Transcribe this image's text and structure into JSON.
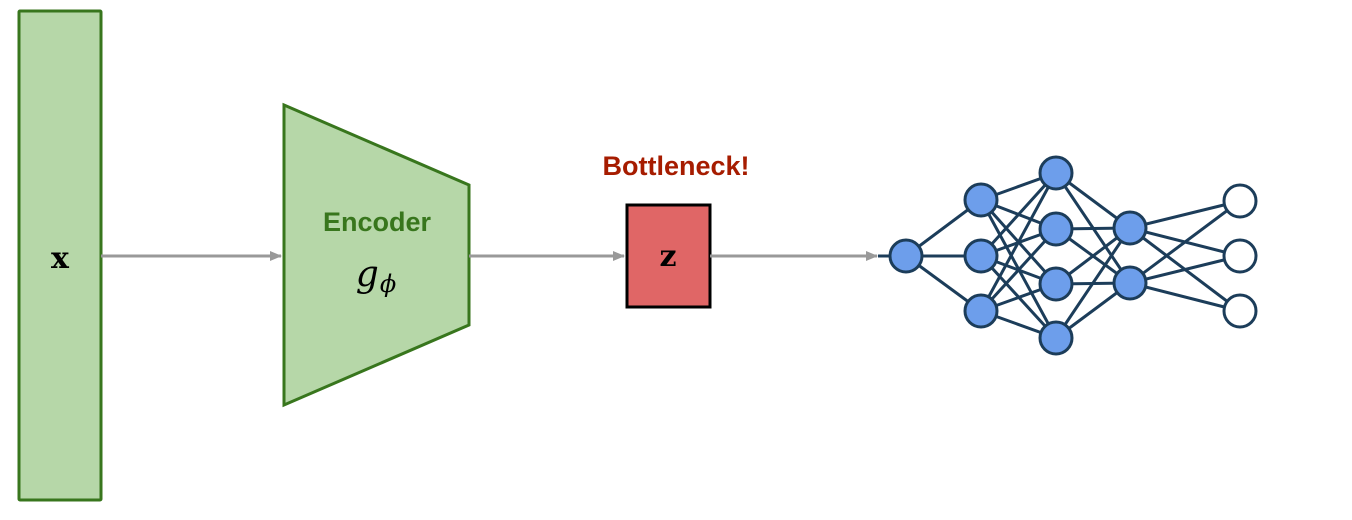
{
  "input": {
    "label": "x",
    "fill": "#b6d7a8",
    "stroke": "#38761d"
  },
  "encoder": {
    "title": "Encoder",
    "symbol": "g",
    "symbol_subscript": "ϕ",
    "fill": "#b6d7a8",
    "stroke": "#38761d",
    "title_color": "#38761d"
  },
  "bottleneck": {
    "label": "Bottleneck!",
    "label_color": "#a61c00",
    "latent": "z",
    "fill": "#e06666",
    "stroke": "#000000"
  },
  "network": {
    "hidden_node_color": "#6d9eeb",
    "output_node_color": "#ffffff",
    "edge_color": "#1c3d5a",
    "layers": [
      1,
      3,
      4,
      2,
      3
    ]
  },
  "arrow_color": "#999999"
}
